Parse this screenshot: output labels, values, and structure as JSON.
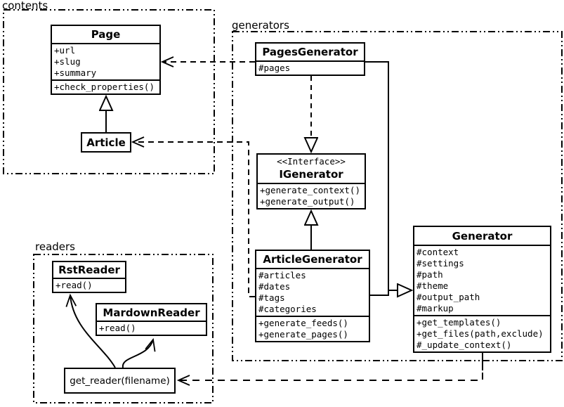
{
  "packages": {
    "contents": {
      "label": "contents"
    },
    "generators": {
      "label": "generators"
    },
    "readers": {
      "label": "readers"
    }
  },
  "classes": {
    "page": {
      "title": "Page",
      "attributes": [
        "+url",
        "+slug",
        "+summary"
      ],
      "methods": [
        "+check_properties()"
      ]
    },
    "article": {
      "title": "Article"
    },
    "pages_generator": {
      "title": "PagesGenerator",
      "attributes": [
        "#pages"
      ]
    },
    "igenerator": {
      "stereotype": "<<Interface>>",
      "title": "IGenerator",
      "methods": [
        "+generate_context()",
        "+generate_output()"
      ]
    },
    "article_generator": {
      "title": "ArticleGenerator",
      "attributes": [
        "#articles",
        "#dates",
        "#tags",
        "#categories"
      ],
      "methods": [
        "+generate_feeds()",
        "+generate_pages()"
      ]
    },
    "generator": {
      "title": "Generator",
      "attributes": [
        "#context",
        "#settings",
        "#path",
        "#theme",
        "#output_path",
        "#markup"
      ],
      "methods": [
        "+get_templates()",
        "+get_files(path,exclude)",
        "#_update_context()"
      ]
    },
    "rst_reader": {
      "title": "RstReader",
      "methods": [
        "+read()"
      ]
    },
    "mardown_reader": {
      "title": "MardownReader",
      "methods": [
        "+read()"
      ]
    },
    "get_reader": {
      "title": "get_reader(filename)"
    }
  },
  "relationships": [
    {
      "from": "Article",
      "to": "Page",
      "type": "generalization",
      "style": "solid-hollow-triangle"
    },
    {
      "from": "PagesGenerator",
      "to": "Page",
      "type": "dependency",
      "style": "dashed-open-arrow"
    },
    {
      "from": "ArticleGenerator",
      "to": "Article",
      "type": "dependency",
      "style": "dashed-open-arrow"
    },
    {
      "from": "PagesGenerator",
      "to": "IGenerator",
      "type": "realization",
      "style": "dashed-hollow-triangle"
    },
    {
      "from": "ArticleGenerator",
      "to": "IGenerator",
      "type": "generalization",
      "style": "solid-hollow-triangle"
    },
    {
      "from": "PagesGenerator",
      "to": "Generator",
      "type": "generalization",
      "style": "solid-hollow-triangle"
    },
    {
      "from": "ArticleGenerator",
      "to": "Generator",
      "type": "generalization",
      "style": "solid-hollow-triangle"
    },
    {
      "from": "Generator",
      "to": "get_reader(filename)",
      "type": "dependency",
      "style": "dashed-open-arrow"
    },
    {
      "from": "get_reader(filename)",
      "to": "RstReader",
      "type": "association",
      "style": "solid-open-arrow"
    },
    {
      "from": "get_reader(filename)",
      "to": "MardownReader",
      "type": "association",
      "style": "solid-open-arrow"
    }
  ],
  "colors": {
    "line": "#000000",
    "background": "#ffffff"
  }
}
